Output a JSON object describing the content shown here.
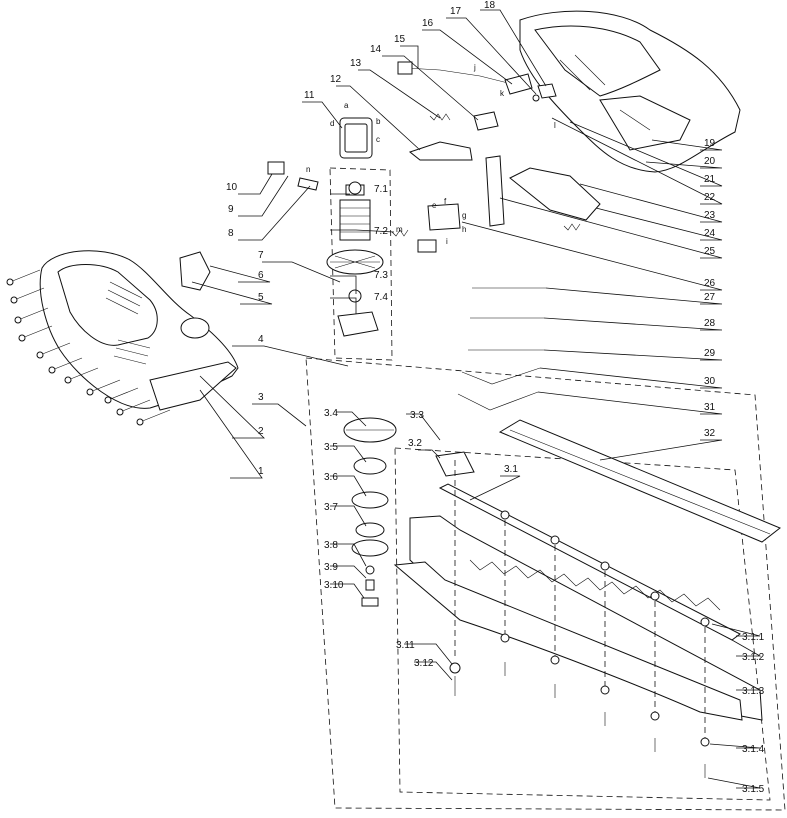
{
  "labels": {
    "l1": "1",
    "l2": "2",
    "l3": "3",
    "l4": "4",
    "l5": "5",
    "l6": "6",
    "l7": "7",
    "l8": "8",
    "l9": "9",
    "l10": "10",
    "l11": "11",
    "l12": "12",
    "l13": "13",
    "l14": "14",
    "l15": "15",
    "l16": "16",
    "l17": "17",
    "l18": "18",
    "l19": "19",
    "l20": "20",
    "l21": "21",
    "l22": "22",
    "l23": "23",
    "l24": "24",
    "l25": "25",
    "l26": "26",
    "l27": "27",
    "l28": "28",
    "l29": "29",
    "l30": "30",
    "l31": "31",
    "l32": "32",
    "l71": "7.1",
    "l72": "7.2",
    "l73": "7.3",
    "l74": "7.4",
    "l31a": "3.1",
    "l32a": "3.2",
    "l33": "3.3",
    "l34": "3.4",
    "l35": "3.5",
    "l36": "3.6",
    "l37": "3.7",
    "l38": "3.8",
    "l39": "3.9",
    "l310": "3.10",
    "l311": "3.11",
    "l312": "3.12",
    "l311b": "3.1.1",
    "l312b": "3.1.2",
    "l313": "3.1.3",
    "l314": "3.1.4",
    "l315": "3.1.5"
  },
  "wire_letters": {
    "a": "a",
    "b": "b",
    "c": "c",
    "d": "d",
    "e": "e",
    "f": "f",
    "g": "g",
    "h": "h",
    "i": "i",
    "j": "j",
    "k": "k",
    "l": "l",
    "m": "m",
    "n": "n"
  }
}
